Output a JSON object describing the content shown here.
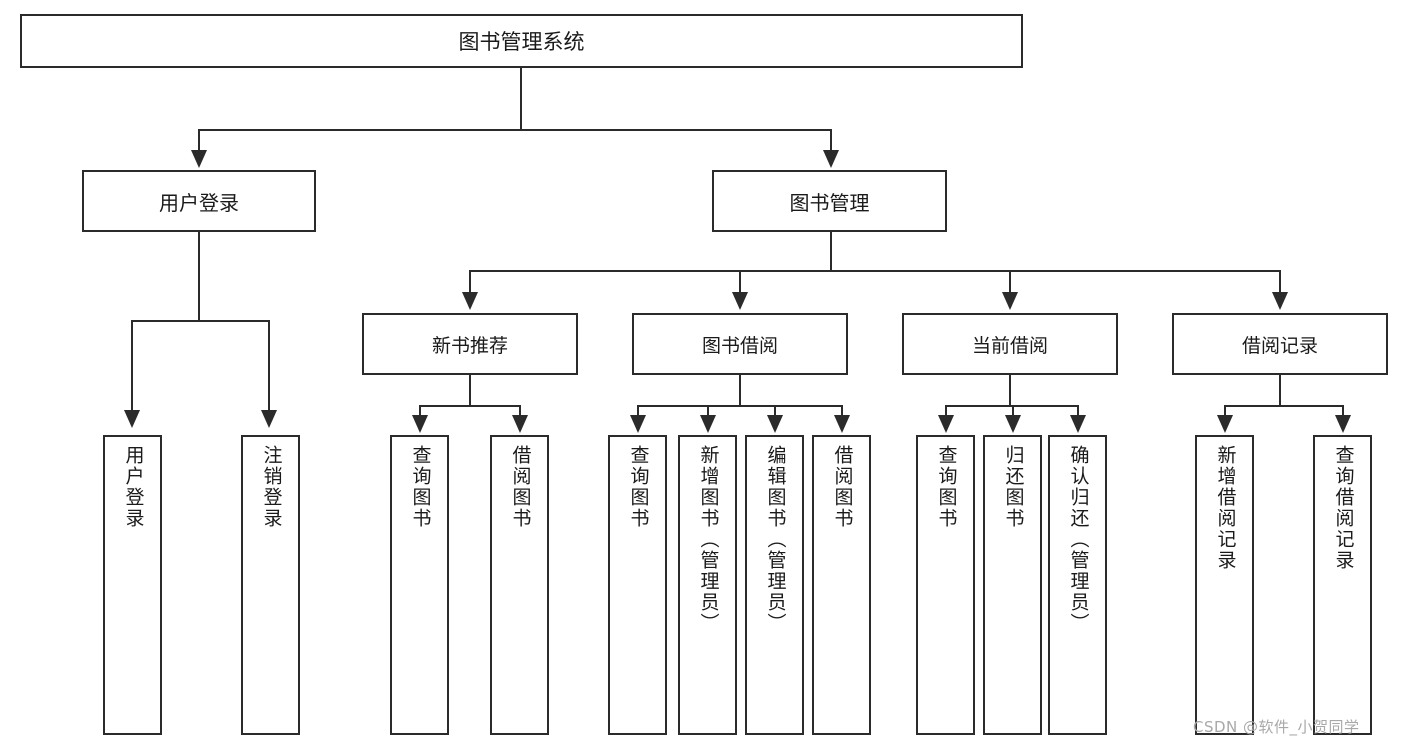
{
  "diagram": {
    "type": "hierarchy-tree",
    "title": "图书管理系统",
    "watermark": "CSDN @软件_小贺同学",
    "root": {
      "label": "图书管理系统"
    },
    "level2": [
      {
        "label": "用户登录"
      },
      {
        "label": "图书管理"
      }
    ],
    "level3": [
      {
        "label": "新书推荐"
      },
      {
        "label": "图书借阅"
      },
      {
        "label": "当前借阅"
      },
      {
        "label": "借阅记录"
      }
    ],
    "leaves": {
      "user_login": [
        {
          "label": "用户登录"
        },
        {
          "label": "注销登录"
        }
      ],
      "new_book": [
        {
          "label": "查询图书"
        },
        {
          "label": "借阅图书"
        }
      ],
      "borrow": [
        {
          "label": "查询图书"
        },
        {
          "label": "新增图书（管理员）"
        },
        {
          "label": "编辑图书（管理员）"
        },
        {
          "label": "借阅图书"
        }
      ],
      "current": [
        {
          "label": "查询图书"
        },
        {
          "label": "归还图书"
        },
        {
          "label": "确认归还（管理员）"
        }
      ],
      "records": [
        {
          "label": "新增借阅记录"
        },
        {
          "label": "查询借阅记录"
        }
      ]
    },
    "colors": {
      "stroke": "#2b2b2b",
      "fill": "#ffffff",
      "text": "#1a1a1a",
      "watermark": "#a8a8a8"
    }
  }
}
